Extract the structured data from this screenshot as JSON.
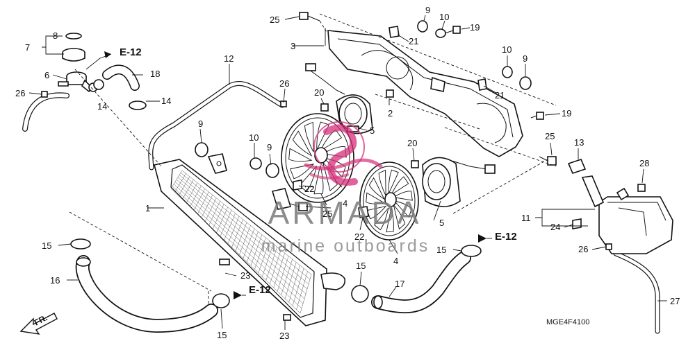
{
  "diagram": {
    "code": "MGE4F4100",
    "direction_label": "FR.",
    "references": [
      "E-12",
      "E-12",
      "E-12"
    ],
    "callouts": [
      "1",
      "2",
      "3",
      "4",
      "4",
      "5",
      "5",
      "6",
      "7",
      "8",
      "9",
      "9",
      "9",
      "9",
      "10",
      "10",
      "10",
      "11",
      "12",
      "13",
      "14",
      "14",
      "15",
      "15",
      "15",
      "15",
      "16",
      "17",
      "18",
      "19",
      "19",
      "20",
      "20",
      "21",
      "21",
      "22",
      "22",
      "23",
      "23",
      "24",
      "25",
      "25",
      "25",
      "26",
      "26",
      "26",
      "27",
      "28"
    ]
  },
  "watermark": {
    "brand": "ARMADA",
    "tagline": "marine outboards",
    "accent_color": "#d6307a"
  }
}
